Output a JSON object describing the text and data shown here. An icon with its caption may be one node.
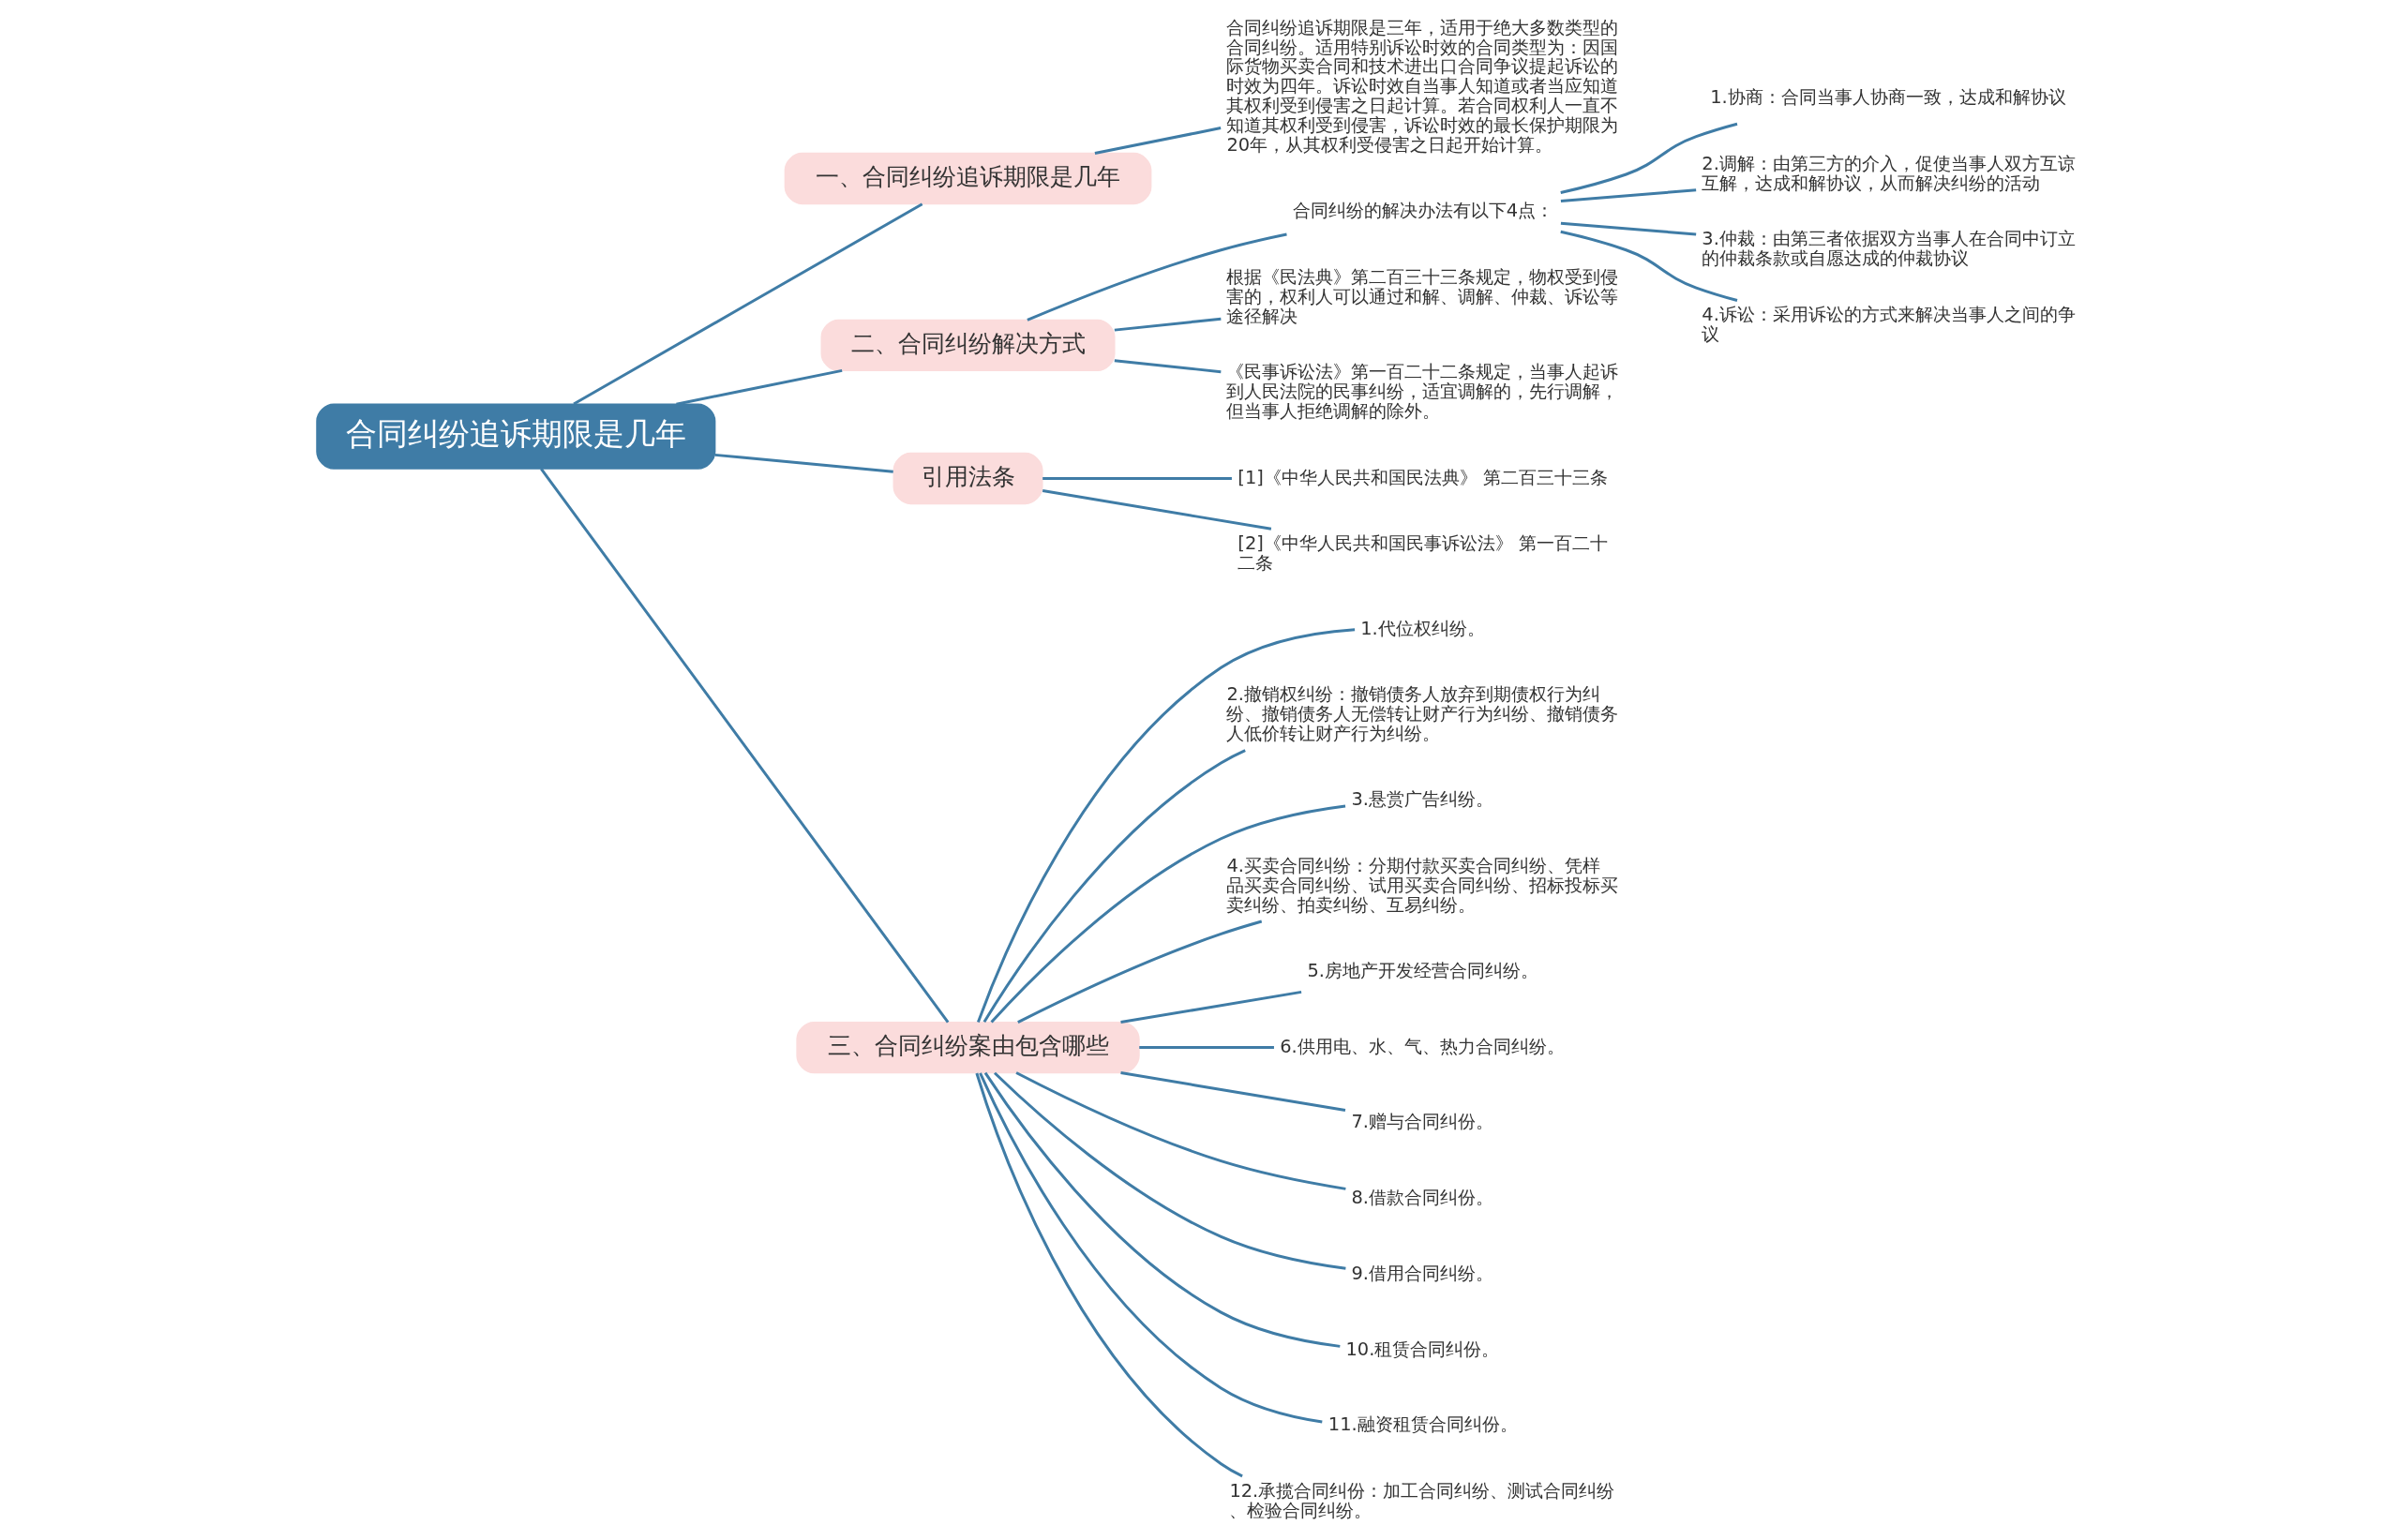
{
  "diagram": {
    "nodes": [
      {
        "text": [
          "合同纠纷追诉期限是几年"
        ]
      },
      {
        "text": [
          "一、合同纠纷追诉期限是几年"
        ]
      },
      {
        "text": [
          "合同纠纷追诉期限是三年，适用于绝大多数类型的合同纠纷。适用特别诉讼时效的合同类型为：因国际货物买卖合同和技术进出口合同争议提起诉讼的时效为四年。诉讼时效自当事人知道或者当应知道其权利受到侵害之日起计算。若合同权利人一直不知道其权利受到侵害，诉讼时效的最长保护期限为20年，从其权利受侵害之日起开始计算。"
        ]
      },
      {
        "text": [
          "二、合同纠纷解决方式"
        ]
      },
      {
        "text": [
          "合同纠纷的解决办法有以下4点："
        ]
      },
      {
        "text": [
          "1.协商：合同当事人协商一致，达成和解协议"
        ]
      },
      {
        "text": [
          "2.调解：由第三方的介入，促使当事人双方互谅互解，达成和解协议，从而解决纠纷的活动"
        ]
      },
      {
        "text": [
          "3.仲裁：由第三者依据双方当事人在合同中订立的仲裁条款或自愿达成的仲裁协议"
        ]
      },
      {
        "text": [
          "4.诉讼：采用诉讼的方式来解决当事人之间的争议"
        ]
      },
      {
        "text": [
          "根据《民法典》第二百三十三条规定，物权受到侵害的，权利人可以通过和解、调解、仲裁、诉讼等途径解决"
        ]
      },
      {
        "text": [
          "《民事诉讼法》第一百二十二条规定，当事人起诉到人民法院的民事纠纷，适宜调解的，先行调解，但当事人拒绝调解的除外。"
        ]
      },
      {
        "text": [
          "引用法条"
        ]
      },
      {
        "text": [
          "[1]《中华人民共和国民法典》 第二百三十三条"
        ]
      },
      {
        "text": [
          "[2]《中华人民共和国民事诉讼法》 第一百二十二条"
        ]
      },
      {
        "text": [
          "三、合同纠纷案由包含哪些"
        ]
      },
      {
        "text": [
          "1.代位权纠纷。"
        ]
      },
      {
        "text": [
          "2.撤销权纠纷：撤销债务人放弃到期债权行为纠纷、撤销债务人无偿转让财产行为纠纷、撤销债务人低价转让财产行为纠纷。"
        ]
      },
      {
        "text": [
          "3.悬赏广告纠纷。"
        ]
      },
      {
        "text": [
          "4.买卖合同纠纷：分期付款买卖合同纠纷、凭样品买卖合同纠纷、试用买卖合同纠纷、招标投标买卖纠纷、拍卖纠纷、互易纠纷。"
        ]
      },
      {
        "text": [
          "5.房地产开发经营合同纠纷。"
        ]
      },
      {
        "text": [
          "6.供用电、水、气、热力合同纠纷。"
        ]
      },
      {
        "text": [
          "7.赠与合同纠份。"
        ]
      },
      {
        "text": [
          "8.借款合同纠份。"
        ]
      },
      {
        "text": [
          "9.借用合同纠纷。"
        ]
      },
      {
        "text": [
          "10.租赁合同纠份。"
        ]
      },
      {
        "text": [
          "11.融资租赁合同纠份。"
        ]
      },
      {
        "text": [
          "12.承揽合同纠份：加工合同纠纷、测试合同纠纷、检验合同纠纷。"
        ]
      }
    ],
    "edges": [
      {
        "from": 0,
        "to": 1,
        "arrow": "none"
      },
      {
        "from": 1,
        "to": 2,
        "arrow": "none"
      },
      {
        "from": 0,
        "to": 3,
        "arrow": "none"
      },
      {
        "from": 3,
        "to": 4,
        "arrow": "none"
      },
      {
        "from": 4,
        "to": 5,
        "arrow": "none"
      },
      {
        "from": 4,
        "to": 6,
        "arrow": "none"
      },
      {
        "from": 4,
        "to": 7,
        "arrow": "none"
      },
      {
        "from": 4,
        "to": 8,
        "arrow": "none"
      },
      {
        "from": 3,
        "to": 9,
        "arrow": "none"
      },
      {
        "from": 3,
        "to": 10,
        "arrow": "none"
      },
      {
        "from": 0,
        "to": 11,
        "arrow": "none"
      },
      {
        "from": 11,
        "to": 12,
        "arrow": "none"
      },
      {
        "from": 11,
        "to": 13,
        "arrow": "none"
      },
      {
        "from": 0,
        "to": 14,
        "arrow": "none"
      },
      {
        "from": 14,
        "to": 15,
        "arrow": "none"
      },
      {
        "from": 14,
        "to": 16,
        "arrow": "none"
      },
      {
        "from": 14,
        "to": 17,
        "arrow": "none"
      },
      {
        "from": 14,
        "to": 18,
        "arrow": "none"
      },
      {
        "from": 14,
        "to": 19,
        "arrow": "none"
      },
      {
        "from": 14,
        "to": 20,
        "arrow": "none"
      },
      {
        "from": 14,
        "to": 21,
        "arrow": "none"
      },
      {
        "from": 14,
        "to": 22,
        "arrow": "none"
      },
      {
        "from": 14,
        "to": 23,
        "arrow": "none"
      },
      {
        "from": 14,
        "to": 24,
        "arrow": "none"
      },
      {
        "from": 14,
        "to": 25,
        "arrow": "none"
      },
      {
        "from": 14,
        "to": 26,
        "arrow": "none"
      }
    ]
  }
}
